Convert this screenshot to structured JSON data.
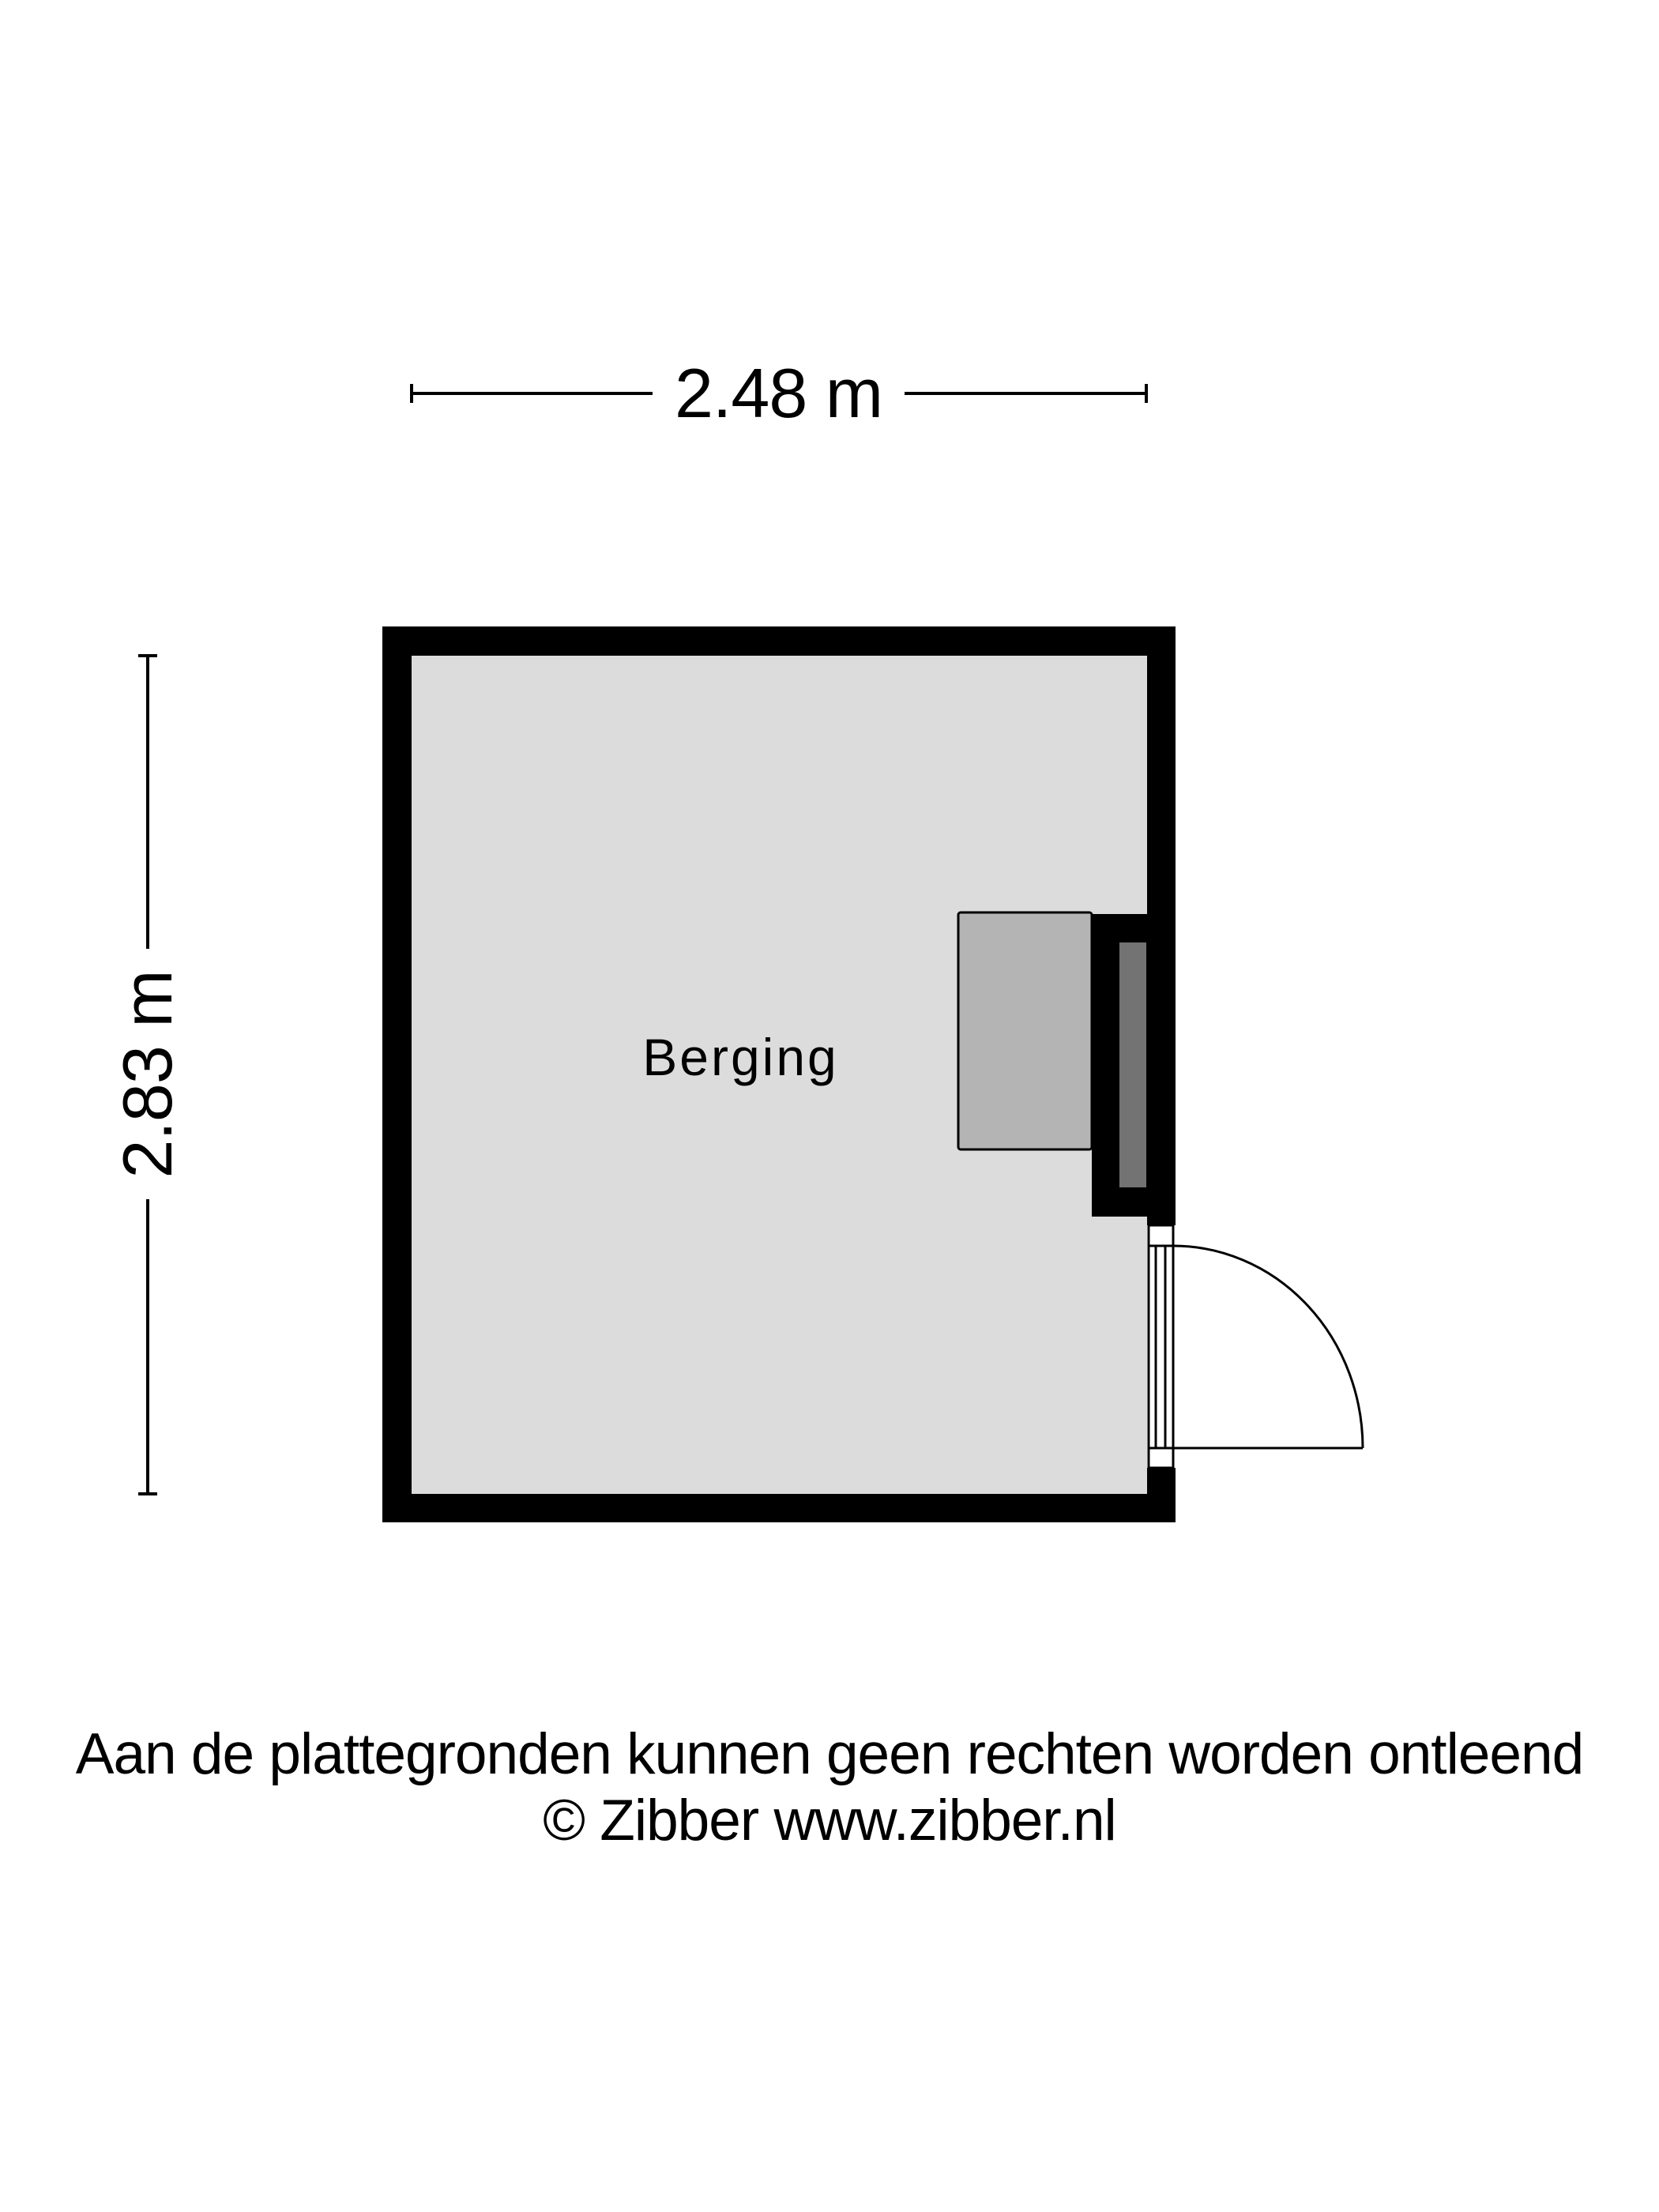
{
  "floorplan": {
    "room": {
      "name": "Berging",
      "colors": {
        "floor": "#dcdcdc",
        "wall": "#000000",
        "cabinet": "#b4b4b4",
        "shaft_inner": "#737373"
      }
    },
    "dimensions": {
      "width_label": "2.48 m",
      "height_label": "2.83 m"
    },
    "icons": {
      "door": "door-swing-icon",
      "dimension_line": "dimension-line-icon"
    }
  },
  "footer": {
    "disclaimer": "Aan de plattegronden kunnen geen rechten worden ontleend",
    "copyright": "© Zibber www.zibber.nl"
  }
}
